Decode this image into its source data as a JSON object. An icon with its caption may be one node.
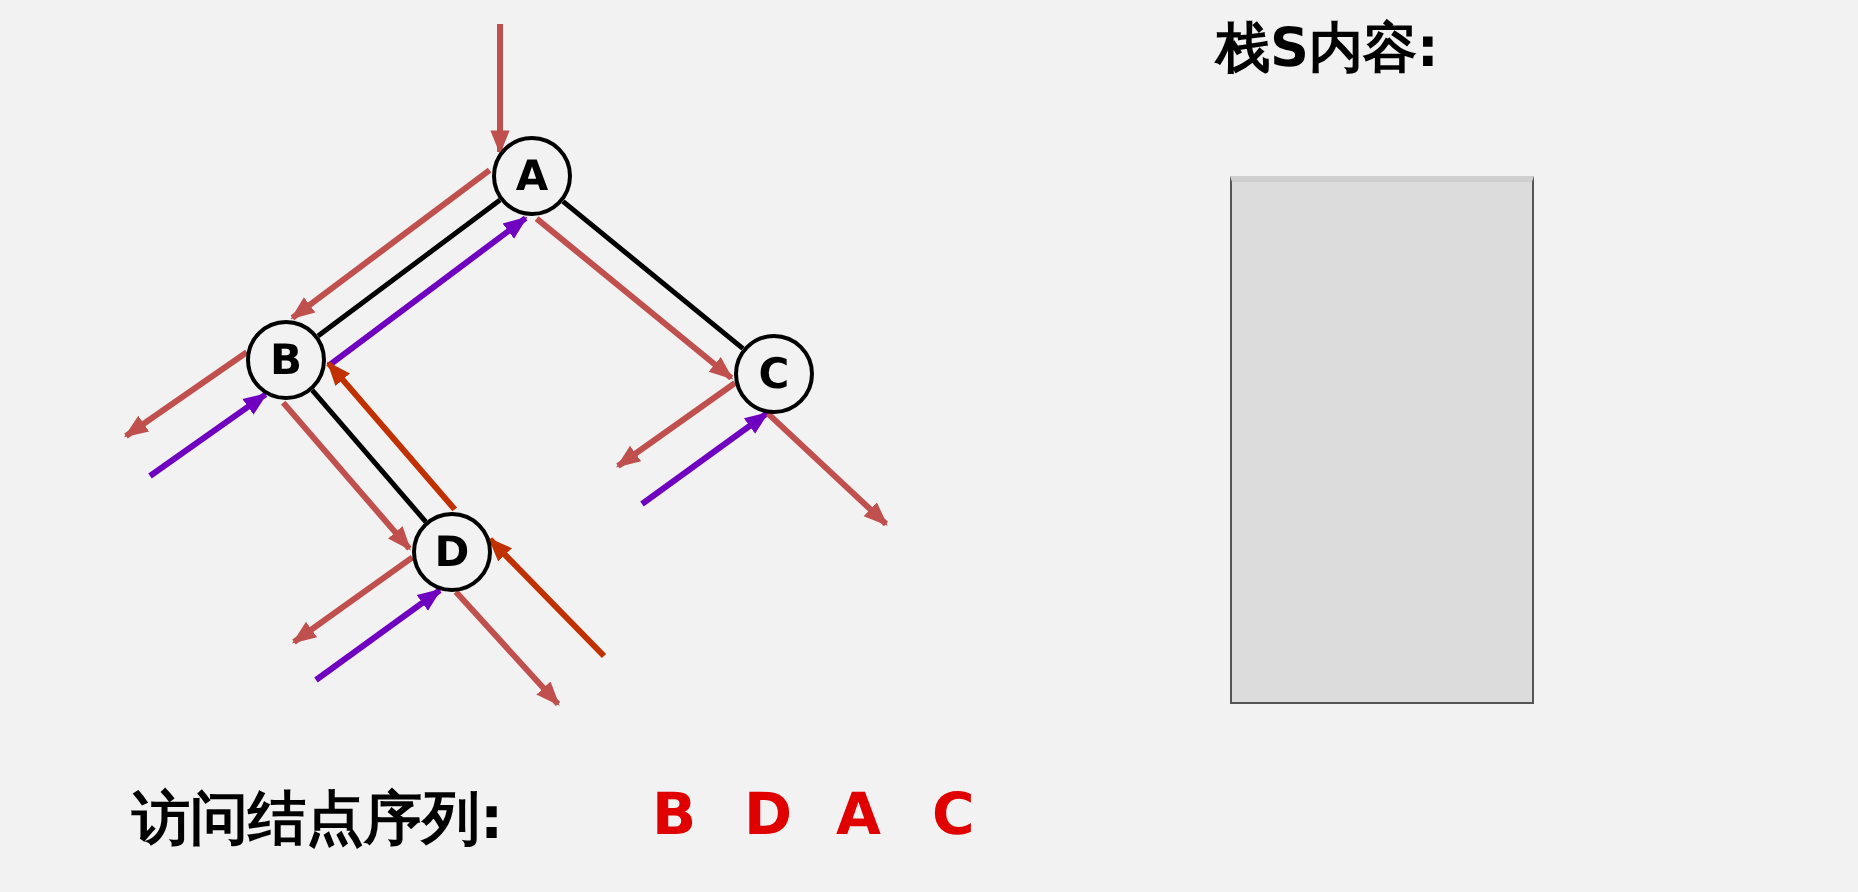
{
  "diagram": {
    "nodes": [
      {
        "text": [
          "A"
        ]
      },
      {
        "text": [
          "B"
        ]
      },
      {
        "text": [
          "C"
        ]
      },
      {
        "text": [
          "D"
        ]
      },
      {
        "text": [
          "栈S内容:"
        ]
      }
    ],
    "edges": [
      {
        "from": 0,
        "to": 1,
        "arrow": "none",
        "color": "#000000"
      },
      {
        "from": 0,
        "to": 2,
        "arrow": "none",
        "color": "#000000"
      },
      {
        "from": 1,
        "to": 3,
        "arrow": "none",
        "color": "#000000"
      },
      {
        "from": null,
        "to": 0,
        "arrow": "to",
        "color": "#c0504d"
      },
      {
        "from": 0,
        "to": 1,
        "arrow": "to",
        "color": "#c0504d"
      },
      {
        "from": 1,
        "to": 0,
        "arrow": "to",
        "color": "#7000c0"
      },
      {
        "from": 0,
        "to": 2,
        "arrow": "to",
        "color": "#c0504d"
      },
      {
        "from": 1,
        "to": null,
        "arrow": "to",
        "color": "#c0504d"
      },
      {
        "from": null,
        "to": 1,
        "arrow": "to",
        "color": "#7000c0"
      },
      {
        "from": 1,
        "to": 3,
        "arrow": "to",
        "color": "#c0504d"
      },
      {
        "from": 3,
        "to": 1,
        "arrow": "to",
        "color": "#c03000"
      },
      {
        "from": 3,
        "to": null,
        "arrow": "to",
        "color": "#c0504d"
      },
      {
        "from": null,
        "to": 3,
        "arrow": "to",
        "color": "#7000c0"
      },
      {
        "from": 3,
        "to": null,
        "arrow": "to",
        "color": "#c0504d"
      },
      {
        "from": null,
        "to": 3,
        "arrow": "to",
        "color": "#c03000"
      },
      {
        "from": 2,
        "to": null,
        "arrow": "to",
        "color": "#c0504d"
      },
      {
        "from": null,
        "to": 2,
        "arrow": "to",
        "color": "#7000c0"
      },
      {
        "from": 2,
        "to": null,
        "arrow": "to",
        "color": "#c0504d"
      }
    ],
    "labels": [
      "访问结点序列:",
      "B",
      "D",
      "A",
      "C"
    ]
  }
}
